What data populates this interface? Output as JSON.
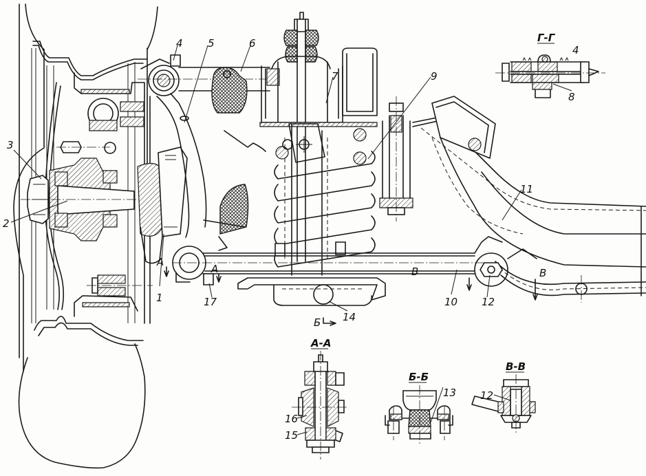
{
  "drawing": {
    "type": "technical-cross-section",
    "subject": "front-suspension"
  },
  "callouts": [
    {
      "id": "1",
      "text": "1"
    },
    {
      "id": "2",
      "text": "2"
    },
    {
      "id": "3",
      "text": "3"
    },
    {
      "id": "4",
      "text": "4"
    },
    {
      "id": "5",
      "text": "5"
    },
    {
      "id": "6",
      "text": "6"
    },
    {
      "id": "7",
      "text": "7"
    },
    {
      "id": "8",
      "text": "8"
    },
    {
      "id": "9",
      "text": "9"
    },
    {
      "id": "10",
      "text": "10"
    },
    {
      "id": "11",
      "text": "11"
    },
    {
      "id": "12",
      "text": "12"
    },
    {
      "id": "13",
      "text": "13"
    },
    {
      "id": "14",
      "text": "14"
    },
    {
      "id": "15",
      "text": "15"
    },
    {
      "id": "16",
      "text": "16"
    },
    {
      "id": "17",
      "text": "17"
    }
  ],
  "section_titles": {
    "aa": "А-А",
    "bb": "Б-Б",
    "vv": "В-В",
    "gg": "Г-Г"
  },
  "section_markers": {
    "a": "А",
    "b": "Б",
    "v": "В"
  },
  "detail_labels": {
    "gg_4": "4",
    "gg_8": "8",
    "vv_12": "12"
  }
}
